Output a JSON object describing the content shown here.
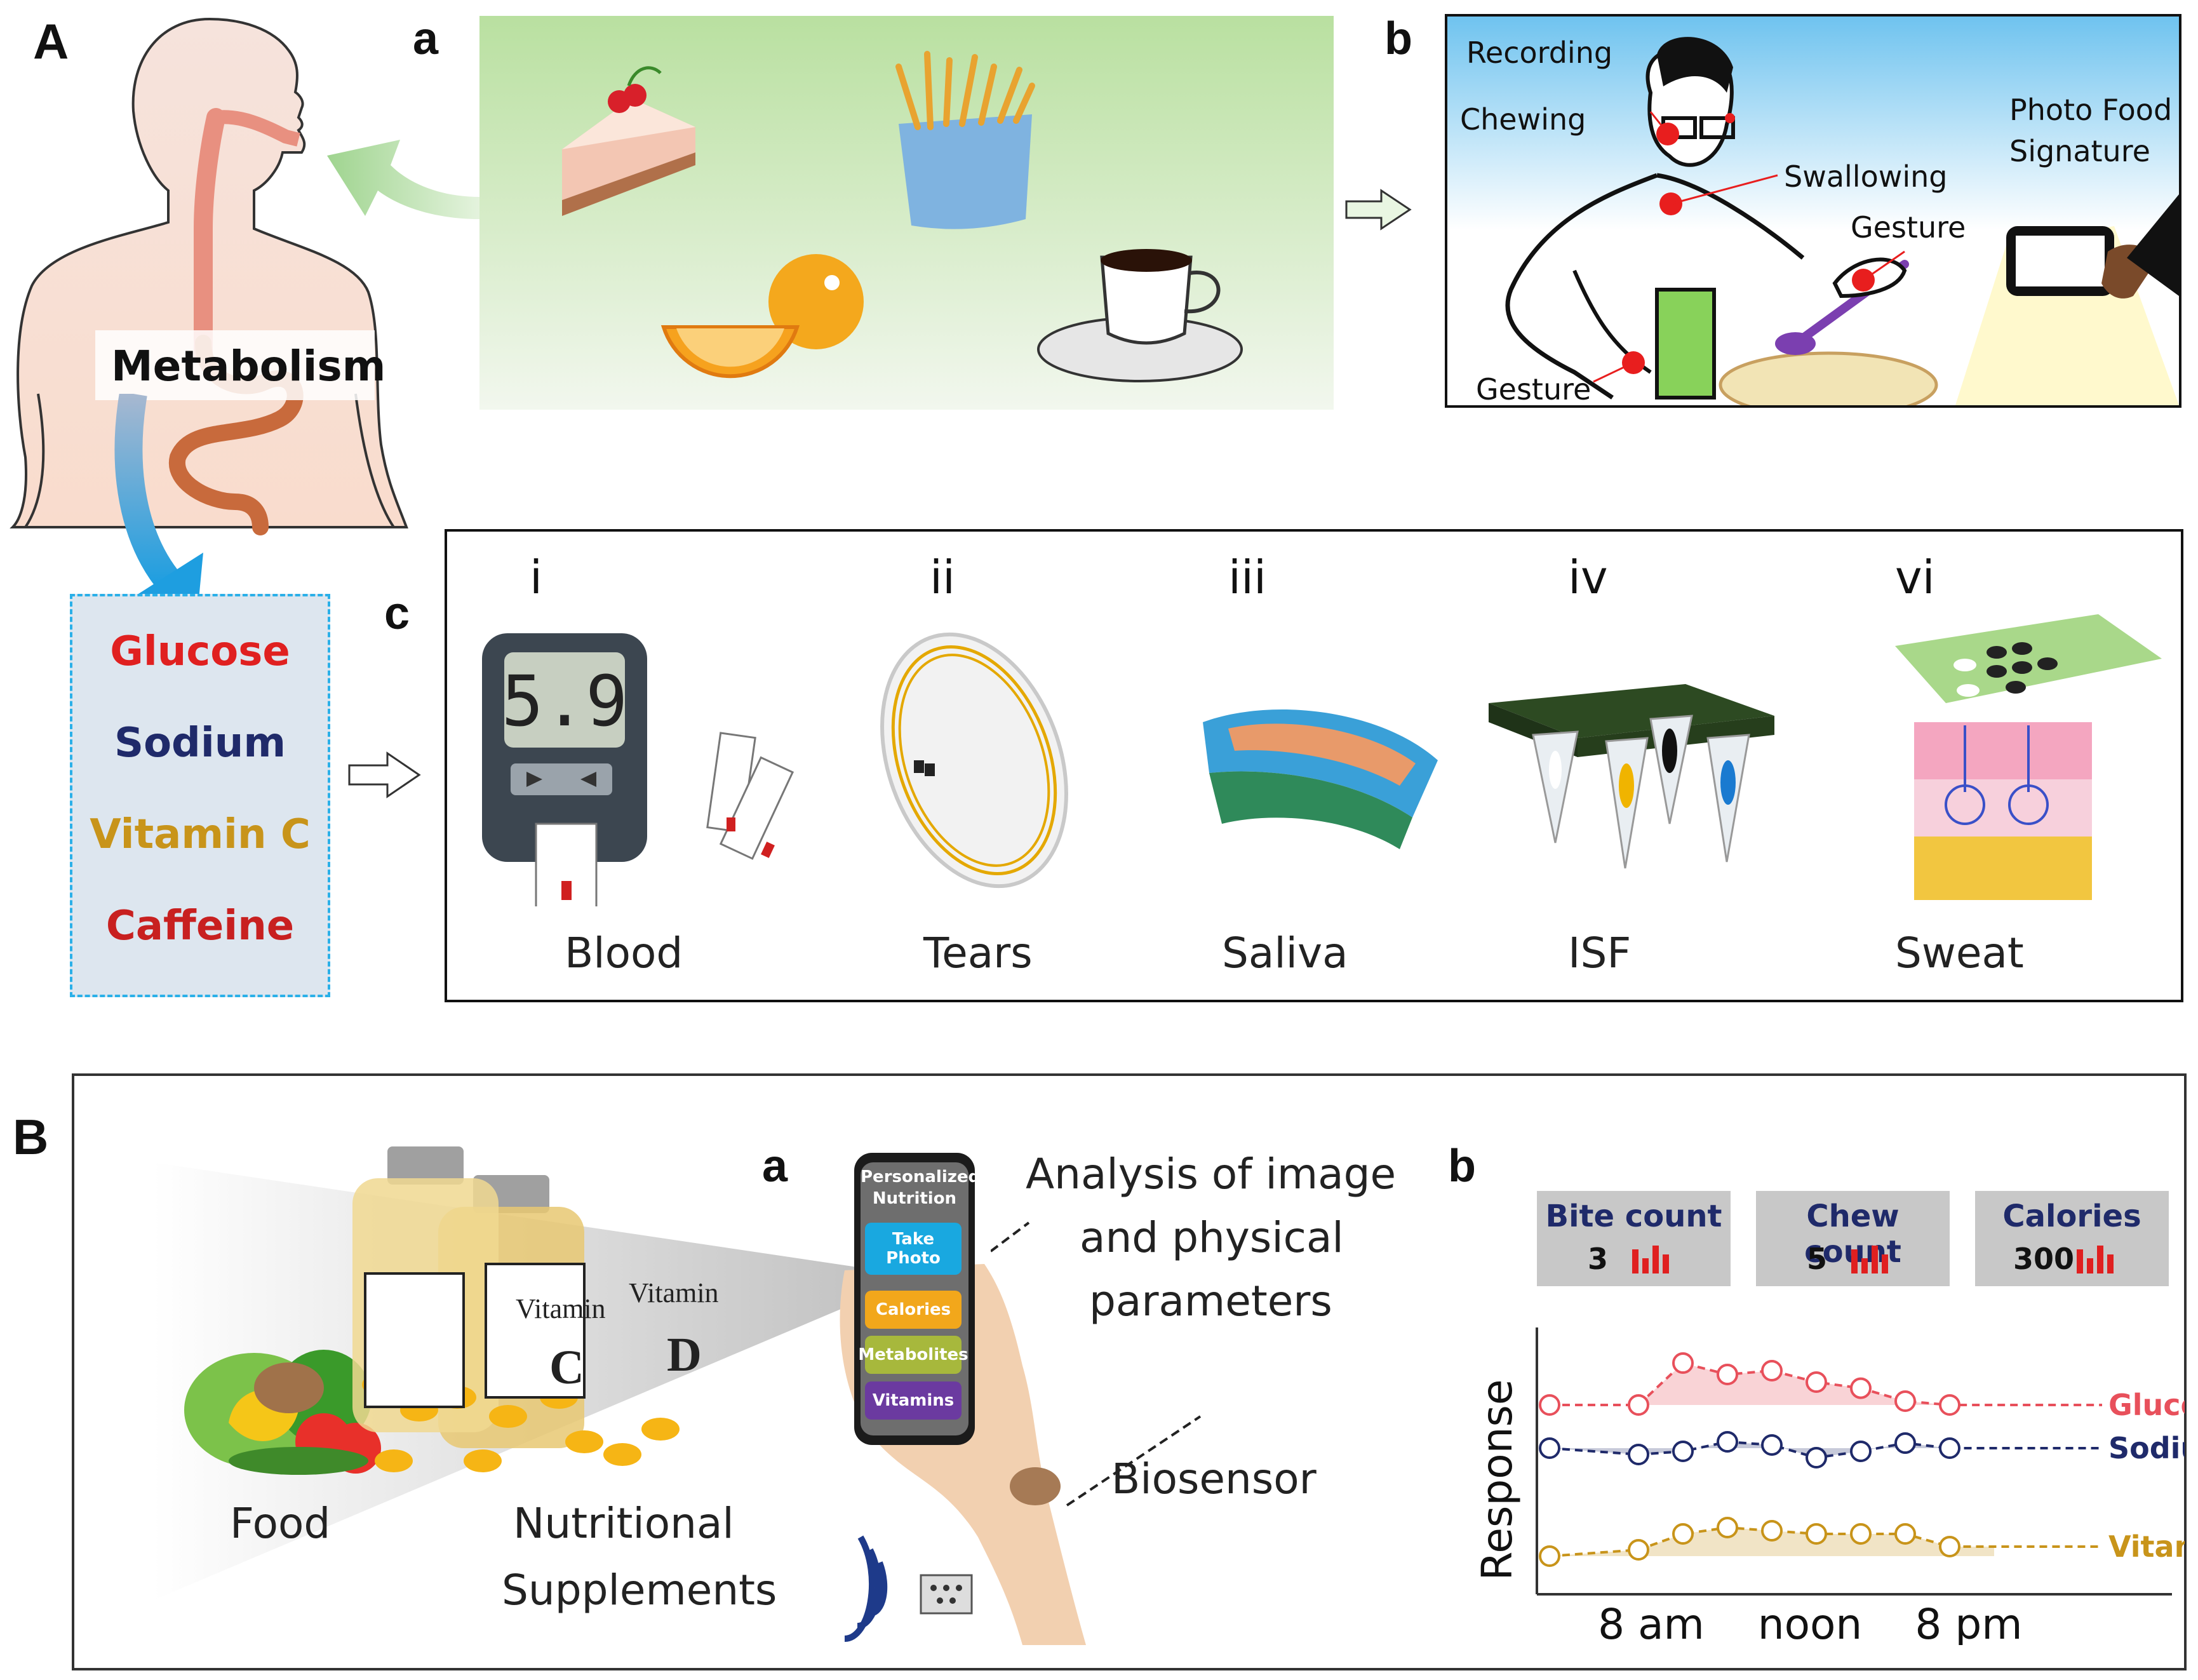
{
  "panel_A": {
    "letter": "A",
    "sub_a": "a",
    "sub_b": "b",
    "sub_c": "c",
    "metabolism_label": "Metabolism",
    "biomarkers": [
      {
        "name": "Glucose",
        "color": "#e02020"
      },
      {
        "name": "Sodium",
        "color": "#1f2a6a"
      },
      {
        "name": "Vitamin C",
        "color": "#c8941a"
      },
      {
        "name": "Caffeine",
        "color": "#c82020"
      }
    ],
    "eating_labels": {
      "recording": "Recording",
      "chewing": "Chewing",
      "swallowing": "Swallowing",
      "gesture_hand": "Gesture",
      "gesture_wrist": "Gesture",
      "photo_food": "Photo Food",
      "signature": "Signature"
    },
    "biofluids": [
      {
        "numeral": "i",
        "name": "Blood"
      },
      {
        "numeral": "ii",
        "name": "Tears"
      },
      {
        "numeral": "iii",
        "name": "Saliva"
      },
      {
        "numeral": "iv",
        "name": "ISF"
      },
      {
        "numeral": "vi",
        "name": "Sweat"
      }
    ],
    "glucometer_reading": "5.9"
  },
  "panel_B": {
    "letter": "B",
    "sub_a": "a",
    "sub_b": "b",
    "food_label": "Food",
    "supplements_label_1": "Nutritional",
    "supplements_label_2": "Supplements",
    "vitamin_c_label": "Vitamin",
    "vitamin_c_letter": "C",
    "vitamin_d_label": "Vitamin",
    "vitamin_d_letter": "D",
    "phone": {
      "title_1": "Personalized",
      "title_2": "Nutrition",
      "buttons": [
        {
          "label": "Take Photo",
          "color": "#19a8e0"
        },
        {
          "label": "Calories",
          "color": "#f2a71b"
        },
        {
          "label": "Metabolites",
          "color": "#a7b83c"
        },
        {
          "label": "Vitamins",
          "color": "#6b3aa0"
        }
      ]
    },
    "analysis_lines": [
      "Analysis of image",
      "and physical",
      "parameters"
    ],
    "biosensor_label": "Biosensor",
    "metrics": [
      {
        "title": "Bite count",
        "value": "3"
      },
      {
        "title": "Chew count",
        "value": "5"
      },
      {
        "title": "Calories",
        "value": "300"
      }
    ],
    "chart_data": {
      "type": "line",
      "ylabel": "Response",
      "x_ticks": [
        "8 am",
        "noon",
        "8 pm"
      ],
      "series": [
        {
          "name": "Glucose",
          "color": "#e8505b",
          "points": [
            [
              0,
              0.4
            ],
            [
              1,
              0.4
            ],
            [
              1.5,
              0.95
            ],
            [
              2,
              0.8
            ],
            [
              2.5,
              0.85
            ],
            [
              3,
              0.7
            ],
            [
              3.5,
              0.62
            ],
            [
              4,
              0.45
            ],
            [
              4.5,
              0.4
            ],
            [
              5,
              0.4
            ]
          ]
        },
        {
          "name": "Sodium",
          "color": "#1f2a6a",
          "points": [
            [
              0,
              0.6
            ],
            [
              1,
              0.5
            ],
            [
              1.5,
              0.55
            ],
            [
              2,
              0.7
            ],
            [
              2.5,
              0.65
            ],
            [
              3,
              0.45
            ],
            [
              3.5,
              0.55
            ],
            [
              4,
              0.68
            ],
            [
              4.5,
              0.6
            ],
            [
              5,
              0.6
            ]
          ]
        },
        {
          "name": "Vitamin C",
          "color": "#c8941a",
          "points": [
            [
              0,
              0.2
            ],
            [
              1,
              0.3
            ],
            [
              1.5,
              0.55
            ],
            [
              2,
              0.65
            ],
            [
              2.5,
              0.6
            ],
            [
              3,
              0.55
            ],
            [
              3.5,
              0.55
            ],
            [
              4,
              0.55
            ],
            [
              4.5,
              0.35
            ],
            [
              5,
              0.35
            ]
          ]
        }
      ]
    }
  }
}
